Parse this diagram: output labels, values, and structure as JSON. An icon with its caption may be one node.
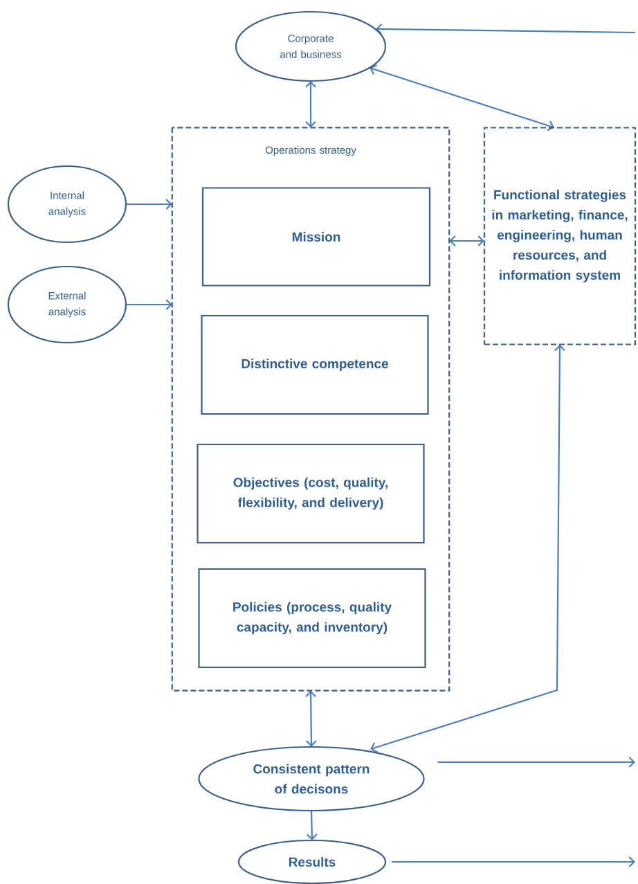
{
  "diagram": {
    "nodes": [
      {
        "text": [
          "Corporate and business"
        ]
      },
      {
        "text": [
          "Operations strategy"
        ]
      },
      {
        "text": [
          "Mission"
        ],
        "in": 1
      },
      {
        "text": [
          "Distinctive competence"
        ],
        "in": 1
      },
      {
        "text": [
          "Objectives (cost, quality, flexibility, and delivery)"
        ],
        "in": 1
      },
      {
        "text": [
          "Policies (process, quality capacity, and inventory)"
        ],
        "in": 1
      },
      {
        "text": [
          "Functional strategies in marketing, finance, engineering, human resources, and information system"
        ]
      },
      {
        "text": [
          "Internal analysis"
        ]
      },
      {
        "text": [
          "External analysis"
        ]
      },
      {
        "text": [
          "Consistent pattern of decisons"
        ]
      },
      {
        "text": [
          "Results"
        ]
      }
    ],
    "edges": [
      {
        "from": null,
        "to": 0,
        "arrow": "to"
      },
      {
        "from": 0,
        "to": 1,
        "arrow": "both"
      },
      {
        "from": 0,
        "to": 6,
        "arrow": "both"
      },
      {
        "from": 7,
        "to": 1,
        "arrow": "to"
      },
      {
        "from": 8,
        "to": 1,
        "arrow": "to"
      },
      {
        "from": 1,
        "to": 6,
        "arrow": "both"
      },
      {
        "from": 1,
        "to": 9,
        "arrow": "both"
      },
      {
        "from": 6,
        "to": 9,
        "arrow": "both"
      },
      {
        "from": 9,
        "to": null,
        "arrow": "to"
      },
      {
        "from": 9,
        "to": 10,
        "arrow": "to"
      },
      {
        "from": 10,
        "to": null,
        "arrow": "to"
      }
    ]
  }
}
